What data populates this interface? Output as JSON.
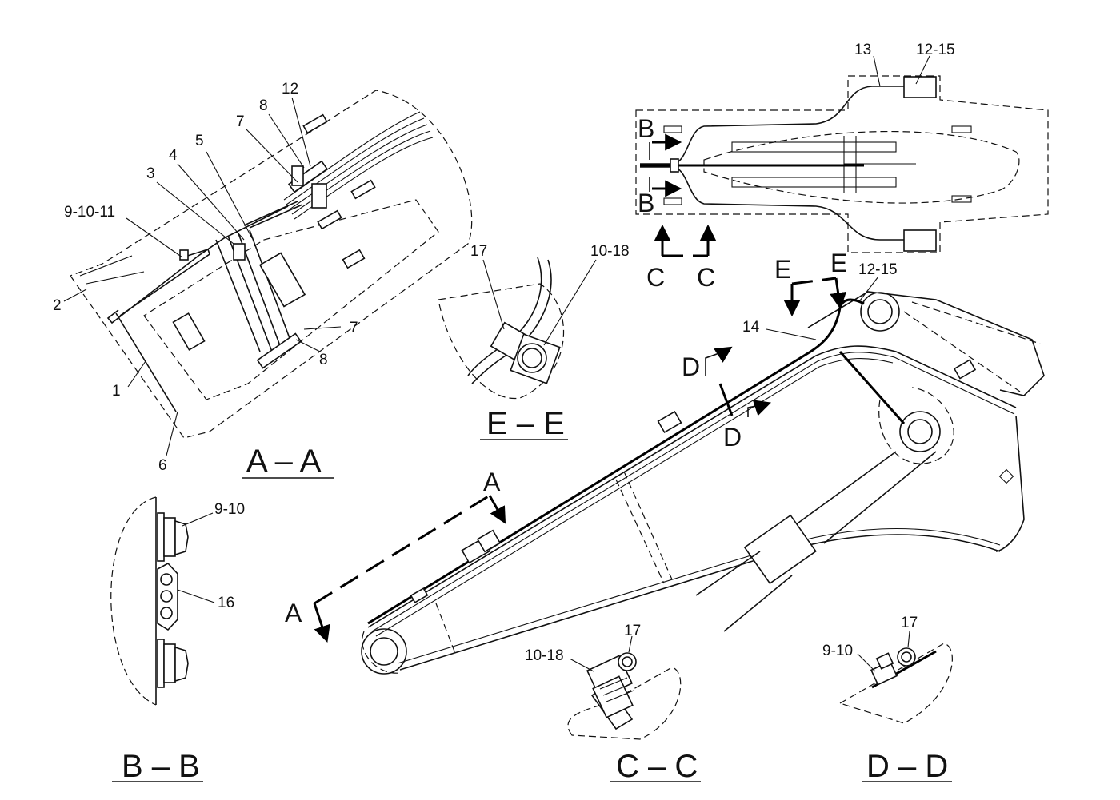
{
  "sections": {
    "aa": "A – A",
    "bb": "B – B",
    "cc": "C – C",
    "dd": "D – D",
    "ee": "E – E"
  },
  "markers": {
    "a": "A",
    "b": "B",
    "c": "C",
    "d": "D",
    "e": "E"
  },
  "callouts": {
    "aa": [
      "1",
      "2",
      "3",
      "4",
      "5",
      "6",
      "7",
      "8",
      "9-10-11",
      "12",
      "7",
      "8"
    ],
    "top": [
      "13",
      "12-15"
    ],
    "boom": [
      "12-15",
      "14"
    ],
    "ee": [
      "17",
      "10-18"
    ],
    "bb": [
      "9-10",
      "16"
    ],
    "cc": [
      "10-18",
      "17"
    ],
    "dd": [
      "9-10",
      "17"
    ]
  }
}
